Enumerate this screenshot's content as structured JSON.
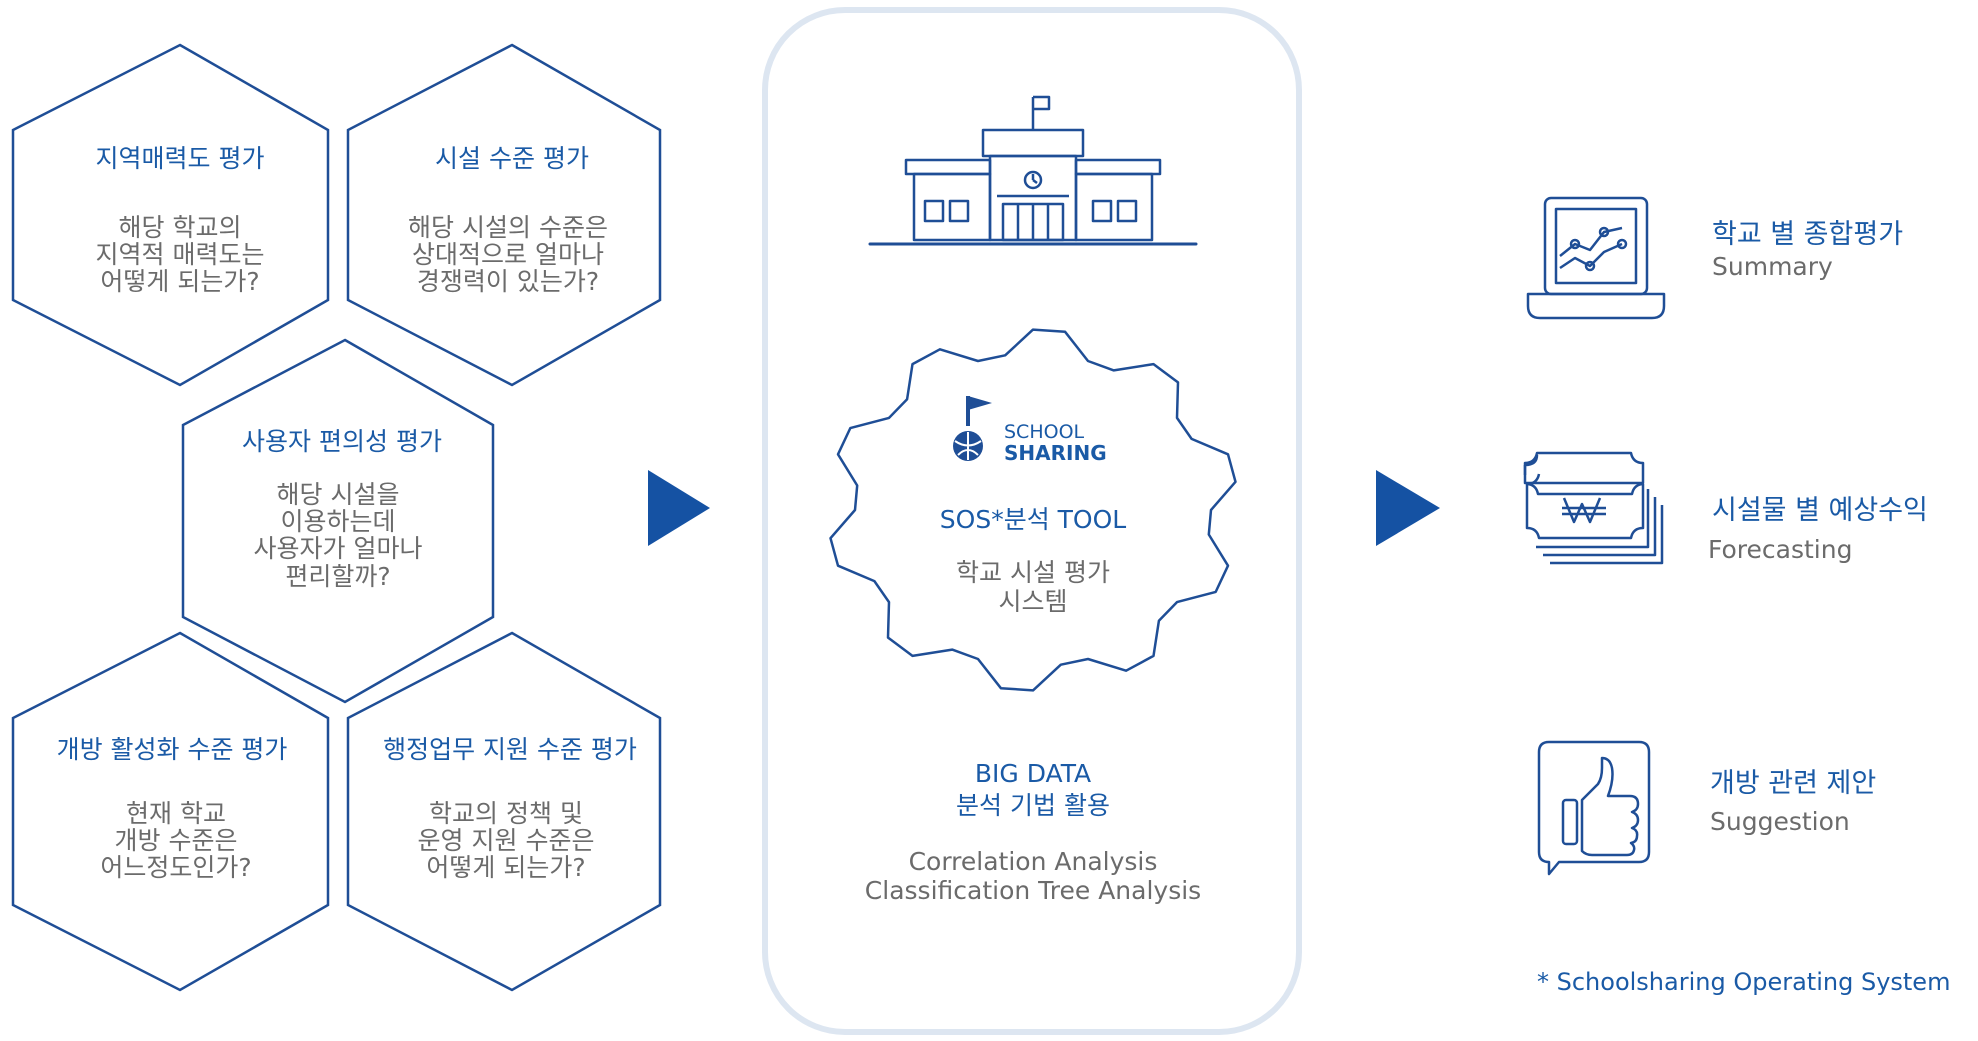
{
  "colors": {
    "accent": "#1a5aa6",
    "panel_border": "#dde6f1",
    "body_text": "#6b6b6b"
  },
  "hexagons": [
    {
      "title": "지역매력도 평가",
      "lines": [
        "해당 학교의",
        "지역적 매력도는",
        "어떻게 되는가?"
      ]
    },
    {
      "title": "시설 수준 평가",
      "lines": [
        "해당 시설의 수준은",
        "상대적으로 얼마나",
        "경쟁력이 있는가?"
      ]
    },
    {
      "title": "사용자 편의성 평가",
      "lines": [
        "해당 시설을",
        "이용하는데",
        "사용자가 얼마나",
        "편리할까?"
      ]
    },
    {
      "title": "개방 활성화 수준 평가",
      "lines": [
        "현재 학교",
        "개방 수준은",
        "어느정도인가?"
      ]
    },
    {
      "title": "행정업무 지원 수준 평가",
      "lines": [
        "학교의 정책 및",
        "운영 지원 수준은",
        "어떻게 되는가?"
      ]
    }
  ],
  "center": {
    "logo_line1": "SCHOOL",
    "logo_line2": "SHARING",
    "tool_title": "SOS*분석 TOOL",
    "tool_lines": [
      "학교 시설 평가",
      "시스템"
    ],
    "bigdata_lines": [
      "BIG DATA",
      "분석 기법 활용"
    ],
    "methods": [
      "Correlation Analysis",
      "Classification Tree Analysis"
    ]
  },
  "outputs": [
    {
      "title": "학교 별 종합평가",
      "subtitle": "Summary",
      "icon": "laptop-chart-icon"
    },
    {
      "title": "시설물 별 예상수익",
      "subtitle": "Forecasting",
      "icon": "won-banknote-icon"
    },
    {
      "title": "개방 관련 제안",
      "subtitle": "Suggestion",
      "icon": "thumbs-up-icon"
    }
  ],
  "footnote": "* Schoolsharing Operating System"
}
